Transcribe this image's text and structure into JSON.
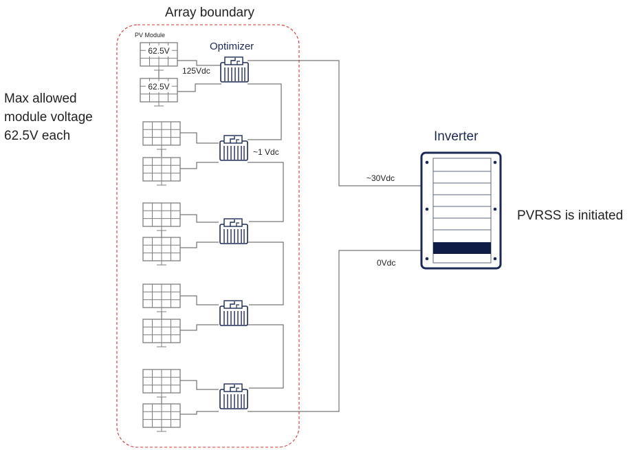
{
  "title": "Array boundary",
  "left_note": {
    "line1": "Max allowed",
    "line2": "module voltage",
    "line3": "62.5V  each"
  },
  "labels": {
    "pv_module": "PV Module",
    "optimizer": "Optimizer",
    "inverter": "Inverter",
    "module_voltage_top": "62.5V",
    "module_voltage_bottom": "62.5V",
    "optimizer_output": "125Vdc",
    "optimizer_output_safe": "~1 Vdc",
    "string_positive": "~30Vdc",
    "string_negative": "0Vdc",
    "status": "PVRSS is initiated"
  },
  "colors": {
    "boundary": "#e0302e",
    "navy": "#1b2a55",
    "panel_gray": "#7d7d7d",
    "wire": "#555555"
  },
  "icons": [
    "solar-panel-icon",
    "optimizer-icon",
    "inverter-icon"
  ]
}
